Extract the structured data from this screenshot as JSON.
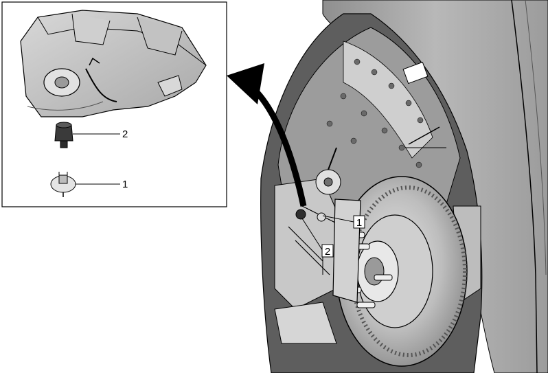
{
  "callouts": [
    {
      "id": "1",
      "text": "1"
    },
    {
      "id": "2",
      "text": "2"
    }
  ],
  "inset_labels": [
    {
      "text": "2"
    },
    {
      "text": "1"
    }
  ],
  "colors": {
    "line": "#000000",
    "panel_dark": "#4a4a4a",
    "panel_mid": "#9a9a9a",
    "panel_light": "#d9d9d9",
    "rotor": "#b5b5b5",
    "background": "#ffffff"
  }
}
